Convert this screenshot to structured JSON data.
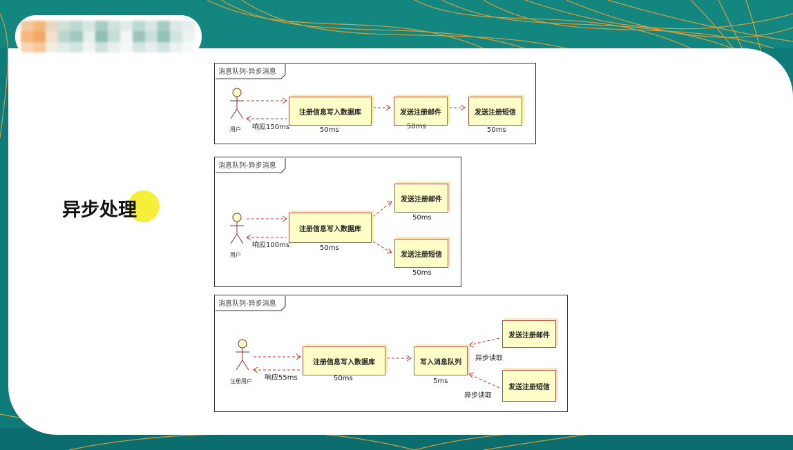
{
  "slide": {
    "heading": "异步处理",
    "heading_main": "异步处",
    "heading_highlight": "理"
  },
  "colors": {
    "background": "#0e7a7a",
    "accent_lines": "#e8a23a",
    "node_fill": "#fefec8",
    "arrow": "#c0392b",
    "highlight": "#f6ee3a"
  },
  "diagrams": [
    {
      "frame_title": "消息队列-异步消息",
      "actor": "用户",
      "response": "响应150ms",
      "nodes": [
        {
          "label": "注册信息写入数据库",
          "time": "50ms"
        },
        {
          "label": "发送注册邮件",
          "time": "50ms"
        },
        {
          "label": "发送注册短信",
          "time": "50ms"
        }
      ]
    },
    {
      "frame_title": "消息队列-异步消息",
      "actor": "用户",
      "response": "响应100ms",
      "nodes": [
        {
          "label": "注册信息写入数据库",
          "time": "50ms"
        },
        {
          "label": "发送注册邮件",
          "time": "50ms"
        },
        {
          "label": "发送注册短信",
          "time": "50ms"
        }
      ]
    },
    {
      "frame_title": "消息队列-异步消息",
      "actor": "注册用户",
      "response": "响应55ms",
      "nodes": [
        {
          "label": "注册信息写入数据库",
          "time": "50ms"
        },
        {
          "label": "写入消息队列",
          "time": "5ms"
        },
        {
          "label": "发送注册邮件",
          "time": ""
        },
        {
          "label": "发送注册短信",
          "time": ""
        }
      ],
      "read_labels": [
        "异步读取",
        "异步读取"
      ]
    }
  ]
}
